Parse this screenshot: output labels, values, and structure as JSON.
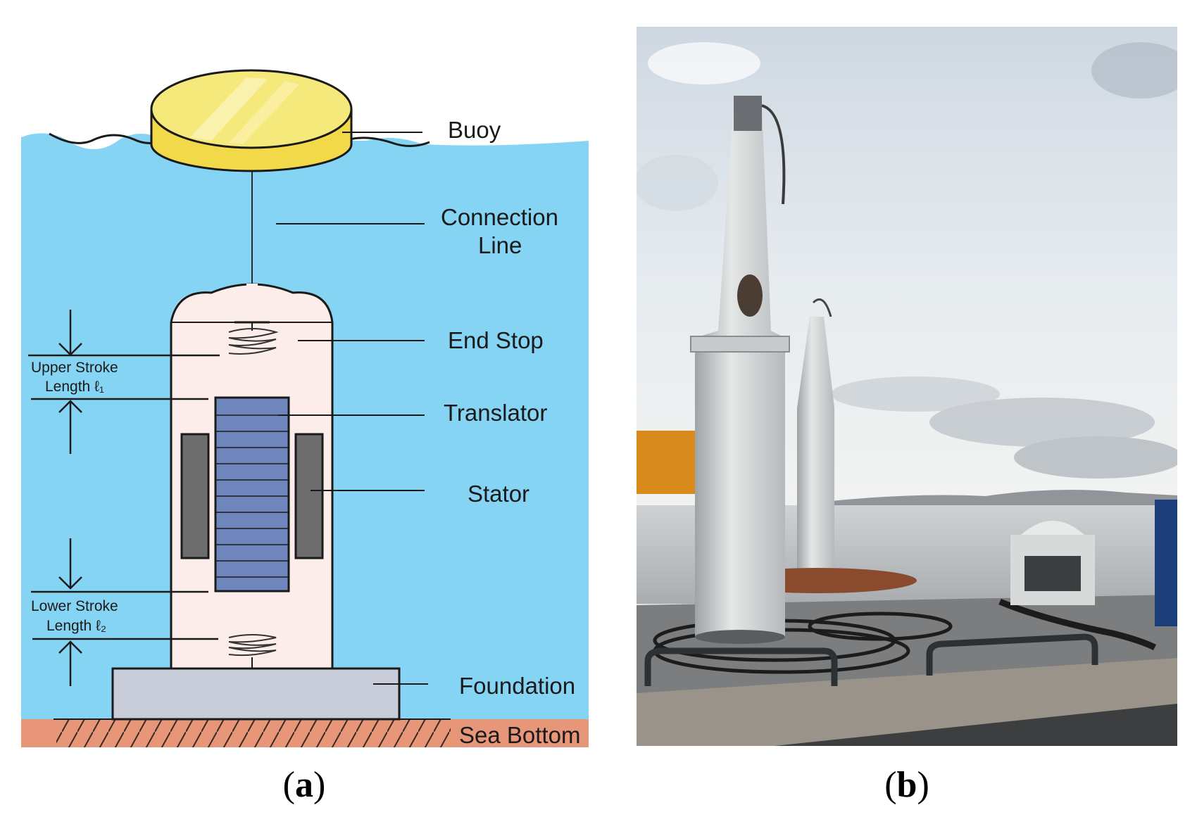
{
  "panel_a": {
    "caption_letter": "a",
    "labels": {
      "buoy": "Buoy",
      "connection_line_1": "Connection",
      "connection_line_2": "Line",
      "end_stop": "End Stop",
      "translator": "Translator",
      "stator": "Stator",
      "foundation": "Foundation",
      "sea_bottom": "Sea Bottom",
      "upper_stroke_1": "Upper Stroke",
      "upper_stroke_2": "Length ℓ₁",
      "lower_stroke_1": "Lower Stroke",
      "lower_stroke_2": "Length ℓ₂"
    },
    "colors": {
      "water": "#86d4f4",
      "buoy": "#f4e36a",
      "housing": "#fcecea",
      "translator": "#6f86bd",
      "stator": "#6d6d6d",
      "foundation": "#c7ccd8",
      "sea_bottom": "#e8967a"
    }
  },
  "panel_b": {
    "caption_letter": "b"
  },
  "caption_paren_open": "(",
  "caption_paren_close": ")"
}
